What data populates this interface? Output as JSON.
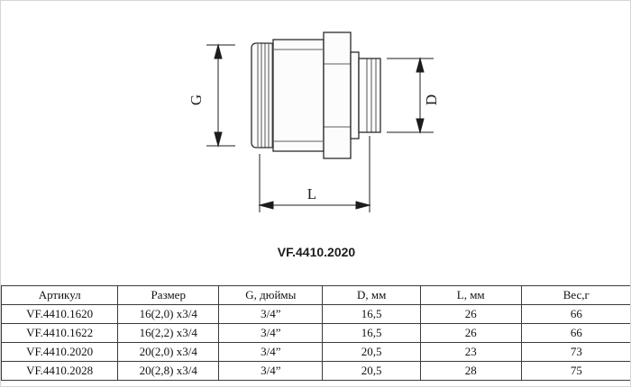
{
  "drawing": {
    "dim_g": "G",
    "dim_d": "D",
    "dim_l": "L",
    "product_code": "VF.4410.2020"
  },
  "table": {
    "headers": [
      "Артикул",
      "Размер",
      "G, дюймы",
      "D, мм",
      "L, мм",
      "Вес,г"
    ],
    "rows": [
      [
        "VF.4410.1620",
        "16(2,0) x3/4",
        "3/4”",
        "16,5",
        "26",
        "66"
      ],
      [
        "VF.4410.1622",
        "16(2,2) x3/4",
        "3/4”",
        "16,5",
        "26",
        "66"
      ],
      [
        "VF.4410.2020",
        "20(2,0) x3/4",
        "3/4”",
        "20,5",
        "23",
        "73"
      ],
      [
        "VF.4410.2028",
        "20(2,8) x3/4",
        "3/4”",
        "20,5",
        "28",
        "75"
      ]
    ]
  }
}
